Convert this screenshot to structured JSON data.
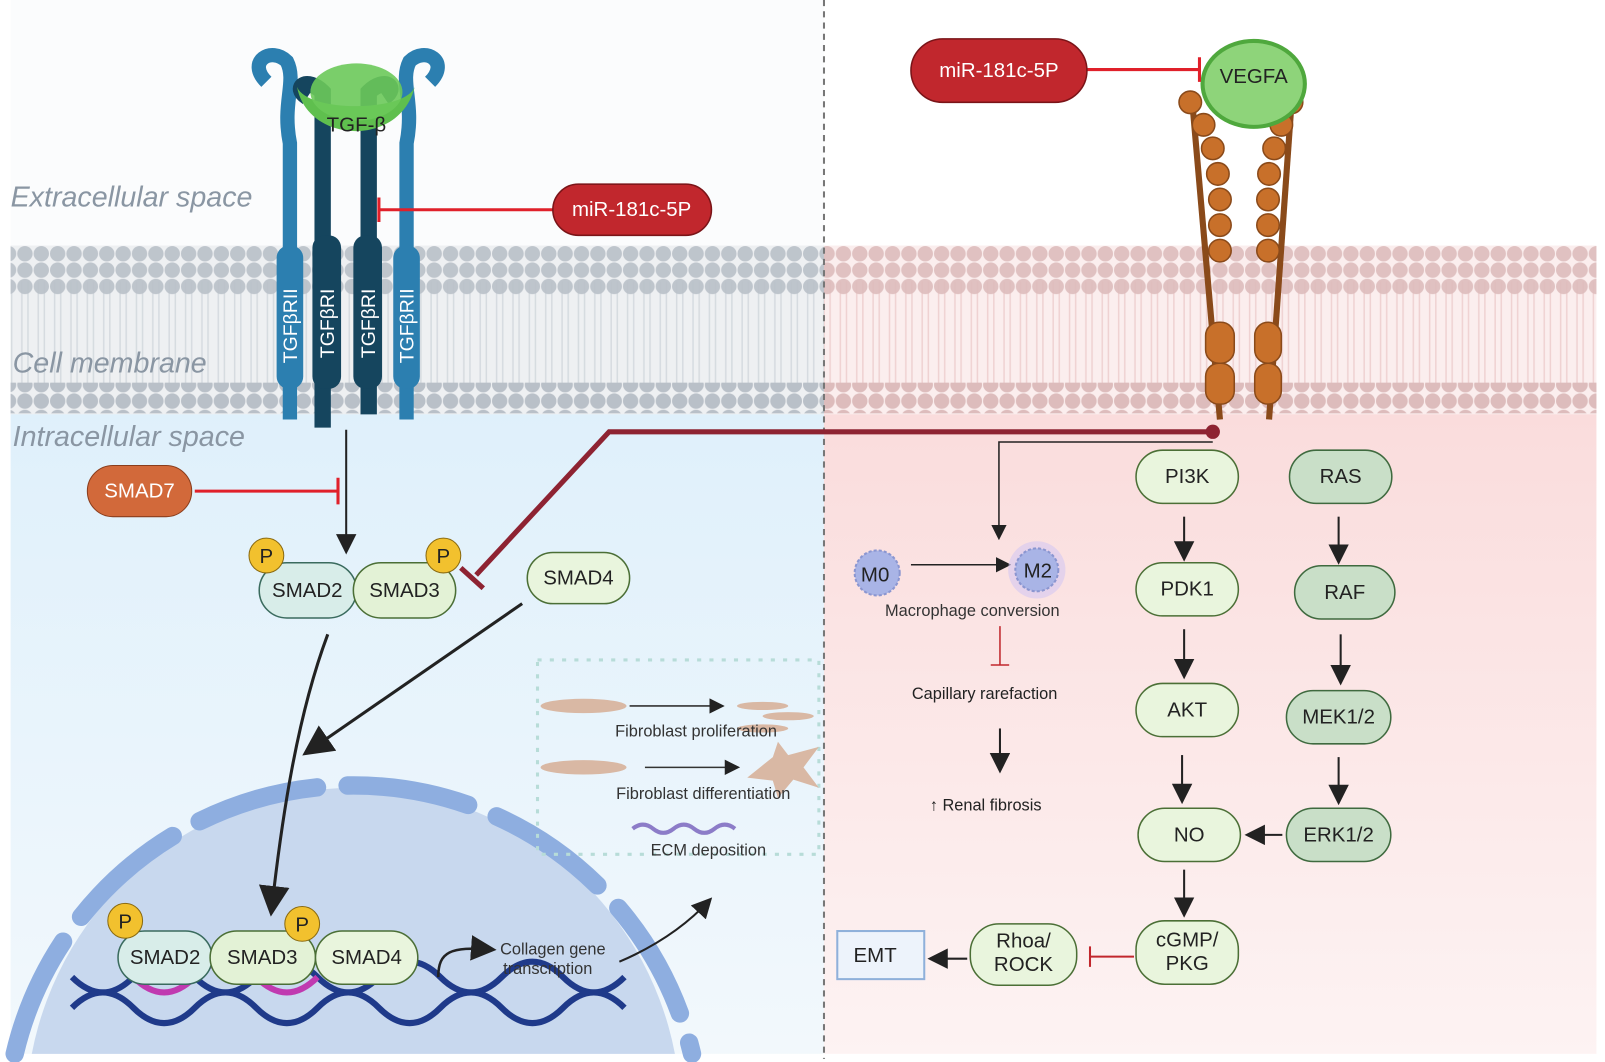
{
  "regions": {
    "extracellular": "Extracellular space",
    "membrane": "Cell membrane",
    "intracellular": "Intracellular space"
  },
  "left": {
    "ligand": "TGF-β",
    "receptors": [
      "TGFβRII",
      "TGFβRI",
      "TGFβRI",
      "TGFβRII"
    ],
    "mirna": "miR-181c-5P",
    "smad7": "SMAD7",
    "phospho": "P",
    "smad2": "SMAD2",
    "smad3": "SMAD3",
    "smad4": "SMAD4",
    "transcription": [
      "Collagen gene",
      "transcription"
    ],
    "outcomes": {
      "proliferation": "Fibroblast proliferation",
      "differentiation": "Fibroblast differentiation",
      "ecm": "ECM deposition"
    }
  },
  "right": {
    "mirna": "miR-181c-5P",
    "ligand": "VEGFA",
    "macrophage": {
      "m0": "M0",
      "m2": "M2",
      "label": "Macrophage conversion"
    },
    "capillary": "Capillary rarefaction",
    "fibrosis": "↑ Renal fibrosis",
    "pi3k_path": [
      "PI3K",
      "PDK1",
      "AKT",
      "NO"
    ],
    "ras_path": [
      "RAS",
      "RAF",
      "MEK1/2",
      "ERK1/2"
    ],
    "cgmp": [
      "cGMP/",
      "PKG"
    ],
    "rhoa": [
      "Rhoa/",
      "ROCK"
    ],
    "emt": "EMT"
  },
  "colors": {
    "inhibitor_red": "#e0202a",
    "mirna_fill": "#c1272d",
    "smad7_fill": "#d2693a",
    "vegfr_brown": "#c8702a",
    "vegfa_green": "#8ed47a",
    "dark_red_link": "#8e2332",
    "pi3k_node": "#e9f5dd",
    "ras_node": "#c9dfc8"
  }
}
